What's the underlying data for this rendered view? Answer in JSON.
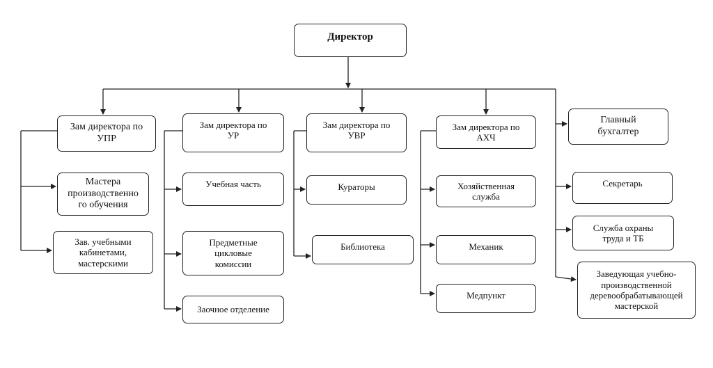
{
  "director": "Директор",
  "deputies": [
    "Зам директора по\nУПР",
    "Зам директора по\nУР",
    "Зам директора по\nУВР",
    "Зам директора по\nАХЧ"
  ],
  "upr_units": [
    "Мастера\nпроизводственно\nго обучения",
    "Зав. учебными\nкабинетами,\nмастерскими"
  ],
  "ur_units": [
    "Учебная часть",
    "Предметные\nцикловые\nкомиссии",
    "Заочное отделение"
  ],
  "uvr_units": [
    "Кураторы",
    "Библиотека"
  ],
  "ahch_units": [
    "Хозяйственная\nслужба",
    "Механик",
    "Медпункт"
  ],
  "direct_units": [
    "Главный\nбухгалтер",
    "Секретарь",
    "Служба охраны\nтруда и ТБ",
    "Заведующая учебно-\nпроизводственной\nдеревообрабатывающей\nмастерской"
  ],
  "colors": {
    "line": "#222222",
    "box_border": "#222222",
    "background": "#ffffff"
  }
}
